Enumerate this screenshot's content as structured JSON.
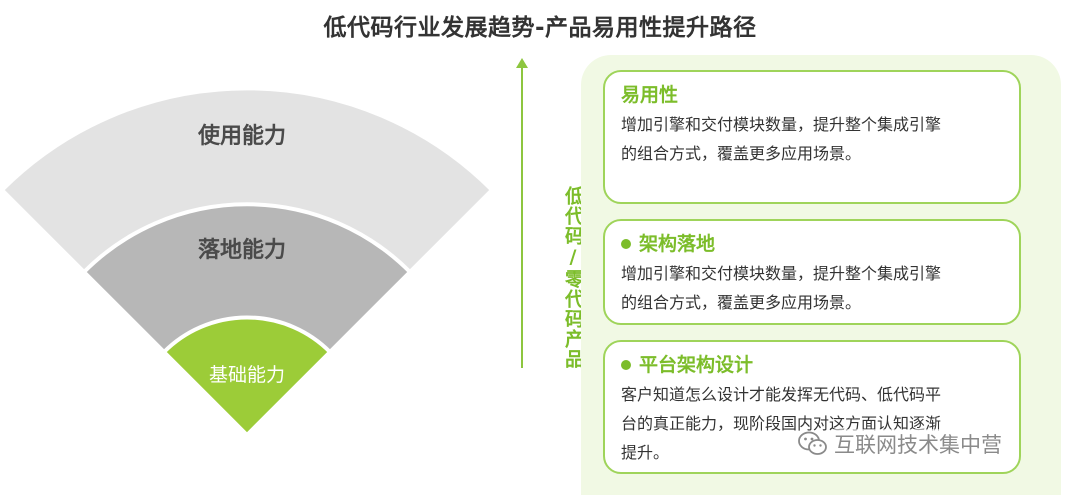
{
  "title": "低代码行业发展趋势-产品易用性提升路径",
  "fan": {
    "outer": {
      "label": "使用能力",
      "color": "#e3e3e3"
    },
    "middle": {
      "label": "落地能力",
      "color": "#b7b7b7"
    },
    "inner": {
      "label": "基础能力",
      "color": "#9ccc38"
    }
  },
  "axis_label": "低代码/零代码产品",
  "cards": [
    {
      "title": "易用性",
      "bullet": false,
      "body": [
        "增加引擎和交付模块数量，提升整个集成引擎",
        "的组合方式，覆盖更多应用场景。"
      ]
    },
    {
      "title": "架构落地",
      "bullet": true,
      "body": [
        "增加引擎和交付模块数量，提升整个集成引擎",
        "的组合方式，覆盖更多应用场景。"
      ]
    },
    {
      "title": "平台架构设计",
      "bullet": true,
      "body": [
        "客户知道怎么设计才能发挥无代码、低代码平",
        "台的真正能力，现阶段国内对这方面认知逐渐",
        "提升。"
      ]
    }
  ],
  "watermark": {
    "text": "互联网技术集中营",
    "icon": "wechat-icon"
  },
  "colors": {
    "accent": "#7cbd2a",
    "card_border": "#9fd45a",
    "panel_bg": "#f1f9e4",
    "text": "#333333"
  }
}
